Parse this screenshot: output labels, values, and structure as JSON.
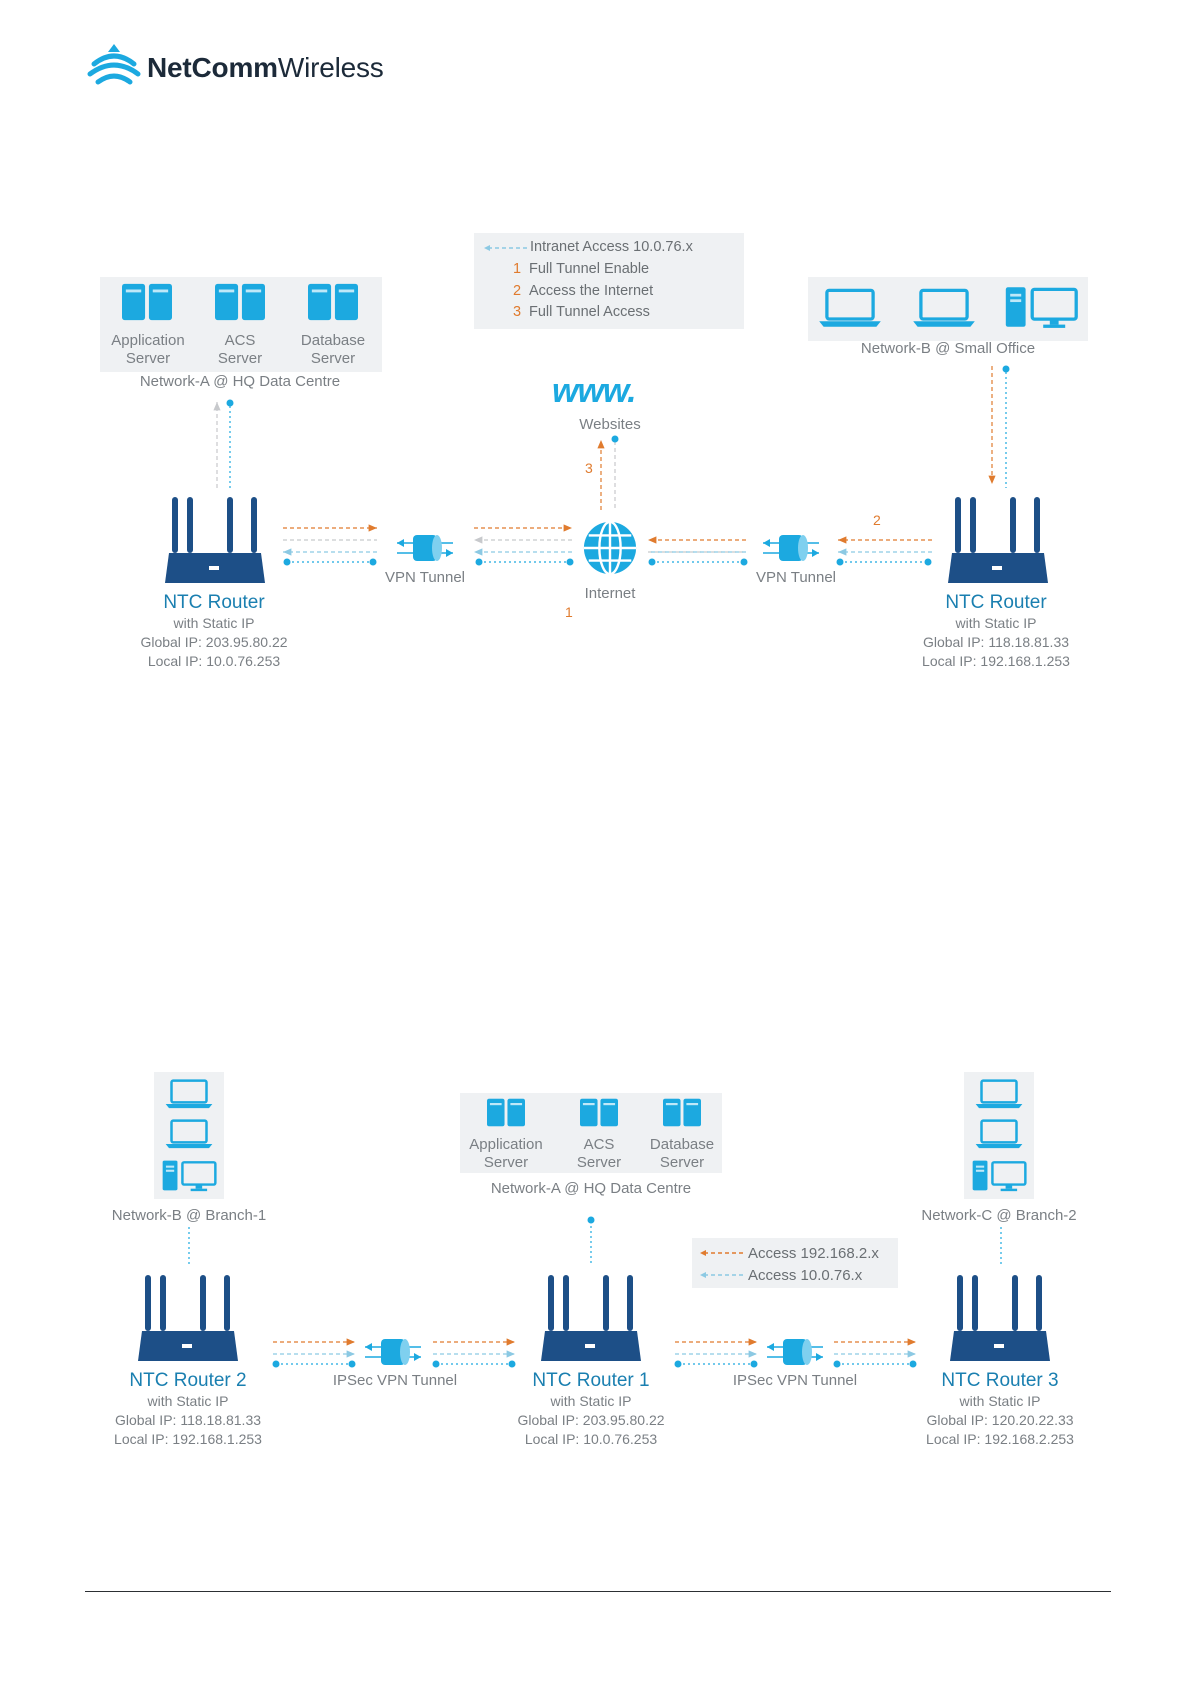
{
  "brand": {
    "name_bold": "NetComm",
    "name_light": "Wireless"
  },
  "colors": {
    "accent_blue": "#1ca9e0",
    "router_blue": "#1d4f87",
    "orange": "#e07b2e",
    "text_gray": "#7a7f84",
    "box_gray": "#eff1f3"
  },
  "diagram1": {
    "legend": {
      "intranet": "Intranet Access 10.0.76.x",
      "items": [
        {
          "num": "1",
          "text": "Full Tunnel Enable"
        },
        {
          "num": "2",
          "text": "Access the Internet"
        },
        {
          "num": "3",
          "text": "Full Tunnel Access"
        }
      ]
    },
    "network_a": {
      "servers": [
        {
          "line1": "Application",
          "line2": "Server"
        },
        {
          "line1": "ACS",
          "line2": "Server"
        },
        {
          "line1": "Database",
          "line2": "Server"
        }
      ],
      "caption": "Network-A @ HQ Data Centre"
    },
    "network_b": {
      "caption": "Network-B @ Small Office"
    },
    "websites": {
      "icon_text": "www.",
      "label": "Websites"
    },
    "internet": {
      "label": "Internet"
    },
    "tunnel_left": "VPN Tunnel",
    "tunnel_right": "VPN Tunnel",
    "steps": {
      "s1": "1",
      "s2": "2",
      "s3": "3"
    },
    "router_left": {
      "title": "NTC Router",
      "sub1": "with Static IP",
      "sub2": "Global IP: 203.95.80.22",
      "sub3": "Local IP: 10.0.76.253"
    },
    "router_right": {
      "title": "NTC Router",
      "sub1": "with Static IP",
      "sub2": "Global IP: 118.18.81.33",
      "sub3": "Local IP: 192.168.1.253"
    }
  },
  "diagram2": {
    "legend": {
      "a": "Access 192.168.2.x",
      "b": "Access 10.0.76.x"
    },
    "network_a": {
      "servers": [
        {
          "line1": "Application",
          "line2": "Server"
        },
        {
          "line1": "ACS",
          "line2": "Server"
        },
        {
          "line1": "Database",
          "line2": "Server"
        }
      ],
      "caption": "Network-A @ HQ Data Centre"
    },
    "network_b": {
      "caption": "Network-B @ Branch-1"
    },
    "network_c": {
      "caption": "Network-C @ Branch-2"
    },
    "tunnel_left": "IPSec VPN Tunnel",
    "tunnel_right": "IPSec VPN Tunnel",
    "router_2": {
      "title": "NTC Router 2",
      "sub1": "with Static IP",
      "sub2": "Global IP: 118.18.81.33",
      "sub3": "Local IP: 192.168.1.253"
    },
    "router_1": {
      "title": "NTC Router 1",
      "sub1": "with Static IP",
      "sub2": "Global IP: 203.95.80.22",
      "sub3": "Local IP: 10.0.76.253"
    },
    "router_3": {
      "title": "NTC Router 3",
      "sub1": "with Static IP",
      "sub2": "Global IP: 120.20.22.33",
      "sub3": "Local IP: 192.168.2.253"
    }
  }
}
